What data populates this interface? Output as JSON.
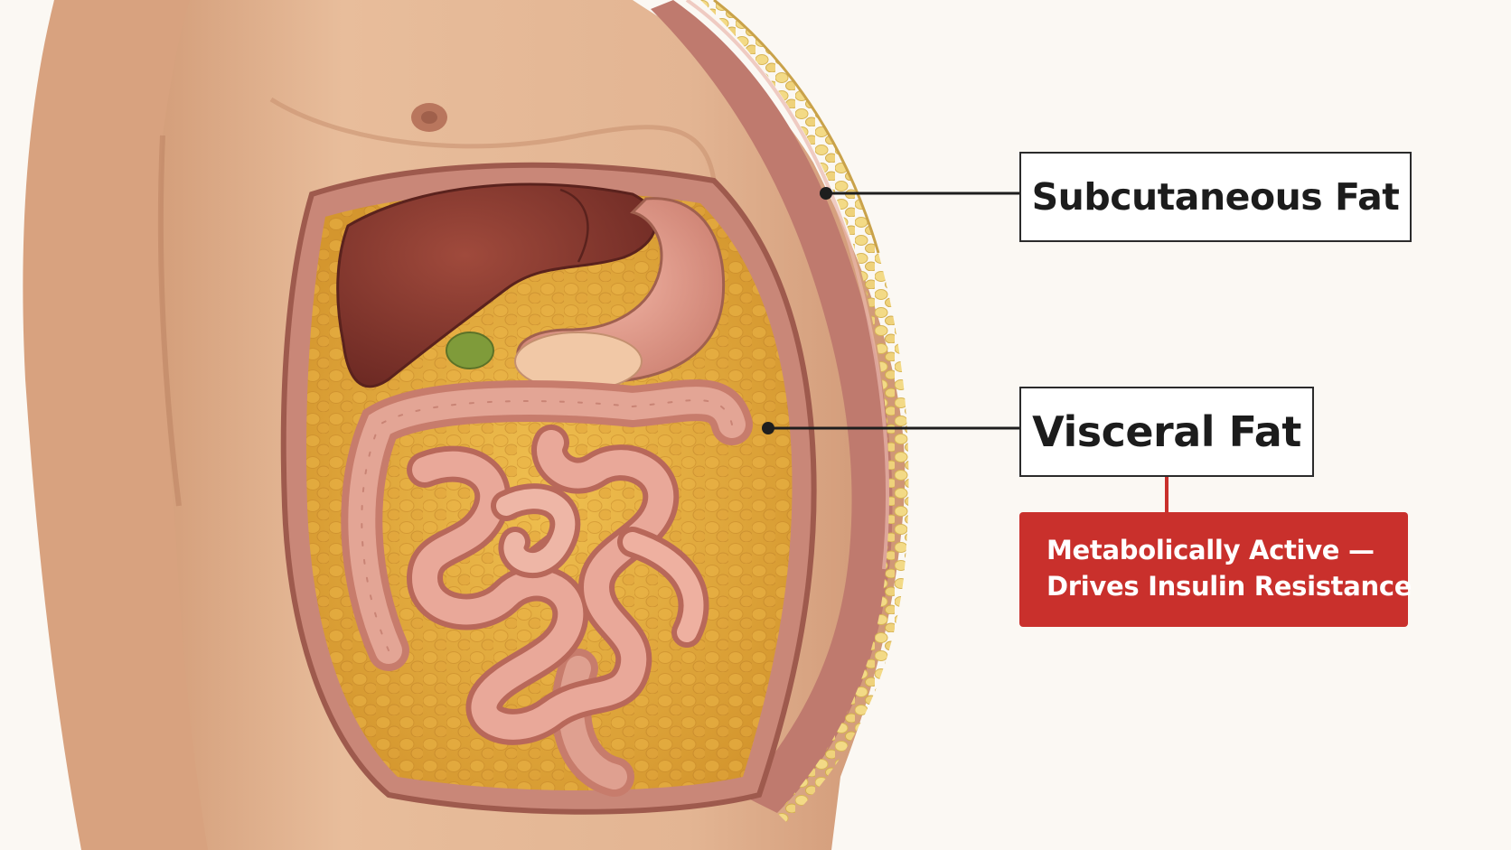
{
  "labels": {
    "subcutaneous_fat": "Subcutaneous Fat",
    "visceral_fat": "Visceral Fat"
  },
  "callout": {
    "line1": "Metabolically Active —",
    "line2": "Drives Insulin Resistance"
  },
  "colors": {
    "background": "#fbf8f3",
    "skin": "#e3b593",
    "liver": "#8a3a30",
    "intestine": "#d99585",
    "visceral_fat": "#e3a93c",
    "subcutaneous_fat": "#ecd27a",
    "muscle_wall": "#c9857a",
    "leader_line": "#1e1e1e",
    "callout_fill": "#c9302c",
    "callout_connector": "#c9302c"
  }
}
